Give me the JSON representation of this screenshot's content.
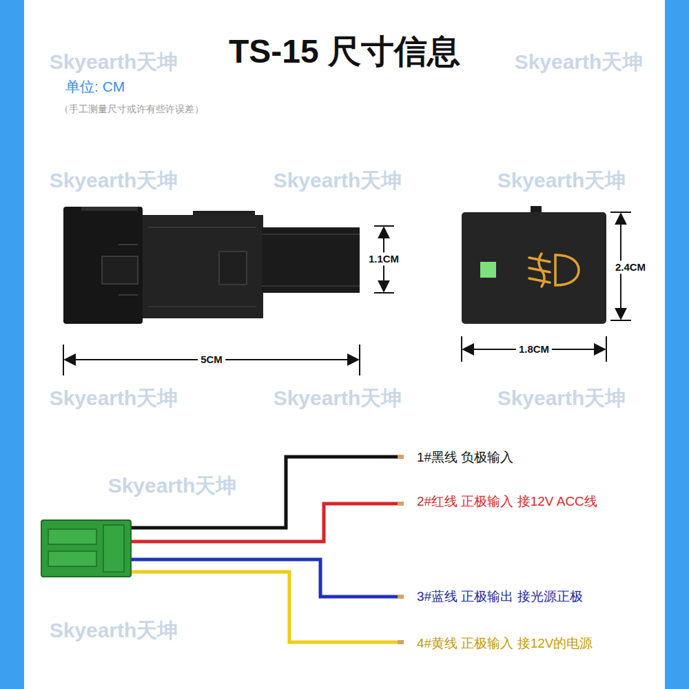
{
  "diagram": {
    "title": "TS-15 尺寸信息",
    "labels": [
      "单位: CM",
      "（手工测量尺寸或许有些许误差）",
      "1.1CM",
      "5CM",
      "2.4CM",
      "1.8CM",
      "1#黑线 负极输入",
      "2#红线 正极输入 接12V ACC线",
      "3#蓝线 正极输出 接光源正极",
      "4#黄线 正极输入 接12V的电源",
      "Skyearth天坤",
      "Skyearth天坤",
      "Skyearth天坤",
      "Skyearth天坤",
      "Skyearth天坤",
      "Skyearth天坤",
      "Skyearth天坤",
      "Skyearth天坤",
      "Skyearth天坤",
      "Skyearth天坤"
    ]
  }
}
